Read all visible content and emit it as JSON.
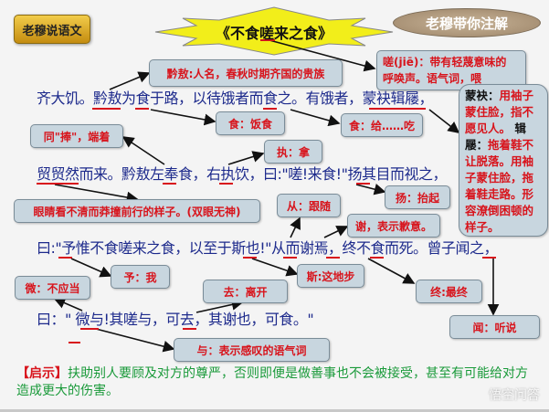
{
  "header": {
    "logo": "老穆说语文",
    "title": "《不食嗟来之食》",
    "badge": "老穆带你注解"
  },
  "text_lines": [
    "齐大饥。黔敖为食于路，以待饿者而食之。有饿者，蒙袂辑屦，",
    "贸贸然而来。黔敖左奉食，右执饮，曰:\"嗟!来食!\"扬其目而视之，",
    "曰:\"予惟不食嗟来之食，以至于斯也!\"从而谢焉，终不食而死。曾子闻之，",
    "曰：\" 微与!其嗟与，可去，其谢也，可食。\""
  ],
  "notes": {
    "jie_1": "嗟(jiē)：带有轻蔑意味的",
    "jie_2": "呼唤声。语气词，喂",
    "qianao": "黔敖:人名，春秋时期齐国的贵族",
    "shi1": "食：饭食",
    "shi2": "食：给……吃",
    "mengmei_label": "蒙袂：",
    "mengmei": "用袖子蒙住脸，指不愿见人。",
    "jiju_label": "辑屦：",
    "jiju": "拖着鞋不让脱落。用袖子蒙住脸，拖着鞋走路。形容潦倒困顿的样子。",
    "feng": "同\"捧\"，端着",
    "zhi": "执：拿",
    "yang": "扬：抬起",
    "maomao": "眼睛看不清而莽撞前行的样子。(双眼无神)",
    "cong": "从：跟随",
    "xie": "谢，表示歉意。",
    "yu_me": "予：我",
    "wei": "微：不应当",
    "si": "斯:这地步",
    "qu": "去：离开",
    "zhong": "终:最终",
    "wen": "闻：听说",
    "yu_part": "与：表示感叹的语气词"
  },
  "moral": {
    "tag": "【启示】",
    "text": "扶助别人要顾及对方的尊严，否则即便是做善事也不会被接受，甚至有可能给对方造成更大的伤害。"
  },
  "watermark": "悟空问答",
  "colors": {
    "note_text": "#d8141c",
    "note_bg": "#c8d6df",
    "main_text": "#1d2a8c",
    "moral": "#1a9a3a"
  }
}
